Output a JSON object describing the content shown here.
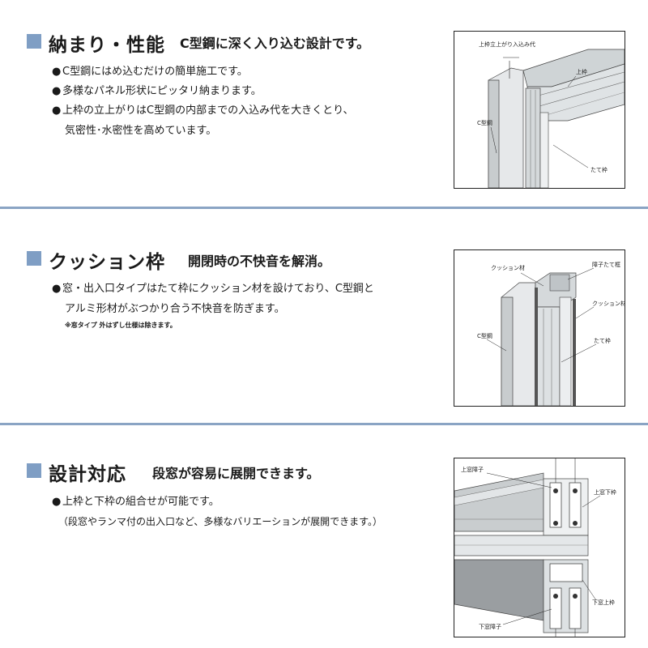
{
  "sections": [
    {
      "title": "納まり・性能",
      "subtitle": "C型鋼に深く入り込む設計です。",
      "bullets": [
        "C型鋼にはめ込むだけの簡単施工です。",
        "多様なパネル形状にピッタリ納まります。",
        "上枠の立上がりはC型鋼の内部までの入込み代を大きくとり、"
      ],
      "continuation": "気密性･水密性を高めています。",
      "illustration": {
        "labels": [
          "上枠立上がり入込み代",
          "上枠",
          "C型鋼",
          "たて枠"
        ]
      }
    },
    {
      "title": "クッション枠",
      "subtitle": "開閉時の不快音を解消。",
      "bullets": [
        "窓・出入口タイプはたて枠にクッション材を設けており、C型鋼と"
      ],
      "continuation": "アルミ形材がぶつかり合う不快音を防ぎます。",
      "note": "※窓タイプ 外はずし仕様は除きます。",
      "illustration": {
        "labels": [
          "クッション材",
          "障子たて框",
          "クッション材",
          "C型鋼",
          "たて枠"
        ]
      }
    },
    {
      "title": "設計対応",
      "subtitle": "段窓が容易に展開できます。",
      "bullets": [
        "上枠と下枠の組合せが可能です。"
      ],
      "continuation": "（段窓やランマ付の出入口など、多様なバリエーションが展開できます。）",
      "illustration": {
        "labels": [
          "上窓障子",
          "上窓下枠",
          "下窓上枠",
          "下窓障子"
        ]
      }
    }
  ],
  "bullet_glyph": "●",
  "colors": {
    "accent": "#7f9ec4",
    "divider": "#8aa4c4"
  }
}
